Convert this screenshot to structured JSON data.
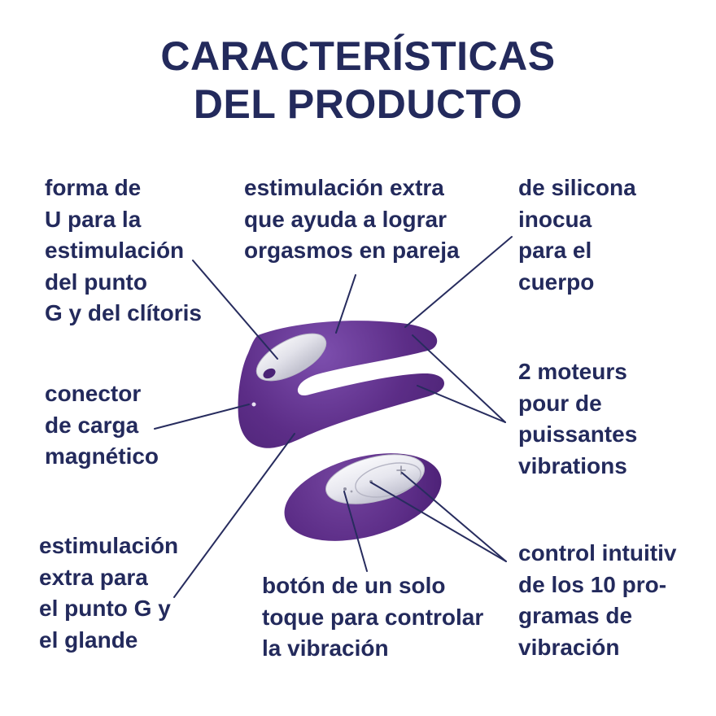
{
  "title": {
    "line1": "CARACTERÍSTICAS",
    "line2": "DEL PRODUCTO"
  },
  "callouts": [
    {
      "id": "u-shape",
      "text": "forma de\nU para la\nestimulación\ndel punto\nG y del clítoris"
    },
    {
      "id": "extra-couple",
      "text": "estimulación extra\nque ayuda a lograr\norgasmos en pareja"
    },
    {
      "id": "silicone",
      "text": "de silicona\ninocua\npara el\ncuerpo"
    },
    {
      "id": "magnetic",
      "text": "conector\nde carga\nmagnético"
    },
    {
      "id": "motors",
      "text": "2 moteurs\npour de\npuissantes\nvibrations"
    },
    {
      "id": "extra-gspot",
      "text": "estimulación\nextra para\nel punto G y\nel glande"
    },
    {
      "id": "button",
      "text": "botón de un solo\ntoque para controlar\nla vibración"
    },
    {
      "id": "control",
      "text": "control intuitiv\nde los 10 pro-\ngramas de\nvibración"
    }
  ],
  "colors": {
    "text_navy": "#232a5c",
    "callout_line": "#272c5e",
    "product_purple": "#5c2d87",
    "product_purple_dark": "#451f6d",
    "product_purple_light": "#7d4fae",
    "panel_silver": "#ededf2"
  }
}
